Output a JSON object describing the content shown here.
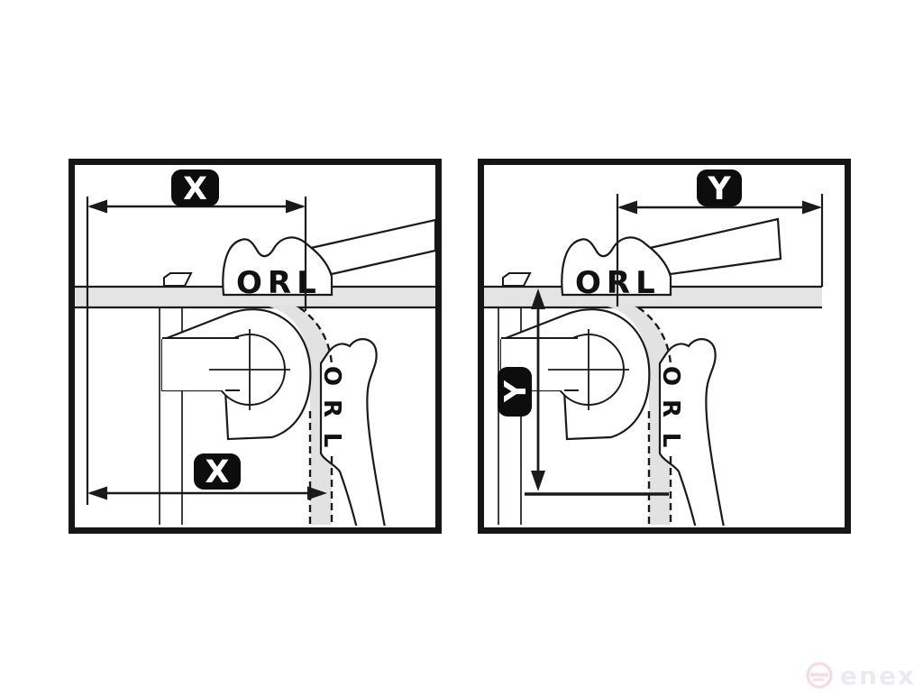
{
  "panels": {
    "left": {
      "top_dim_label": "X",
      "bottom_dim_label": "X",
      "clamp_label": "ORL",
      "jaw_label": "ORL"
    },
    "right": {
      "top_dim_label": "Y",
      "side_dim_label": "Y",
      "clamp_label": "ORL",
      "jaw_label": "ORL"
    }
  },
  "watermark": {
    "text": "enex"
  },
  "colors": {
    "frame": "#161616",
    "line": "#1a1a1a",
    "band": "#e4e4e4",
    "tube_strip": "#e2e2e2",
    "badge": "#0d0d0d",
    "badge_text": "#ffffff",
    "watermark_text": "#e9e9f1",
    "watermark_logo": "#f5dde2"
  }
}
